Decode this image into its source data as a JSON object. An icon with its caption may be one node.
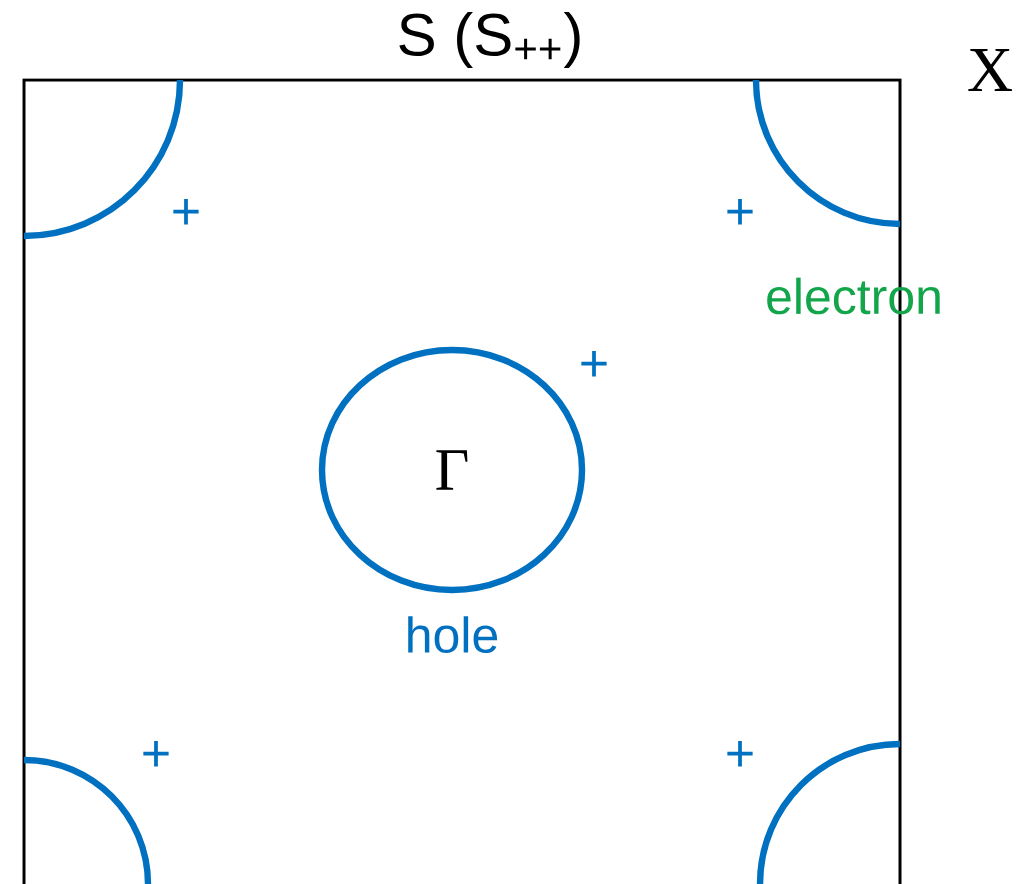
{
  "diagram": {
    "nodes": [
      {
        "text": [
          "Γ"
        ],
        "beside": [
          "hole"
        ]
      }
    ],
    "labels": [
      "S (S$_{++}$)",
      "X",
      "+",
      "+",
      "electron",
      "+",
      "+",
      "+"
    ]
  }
}
